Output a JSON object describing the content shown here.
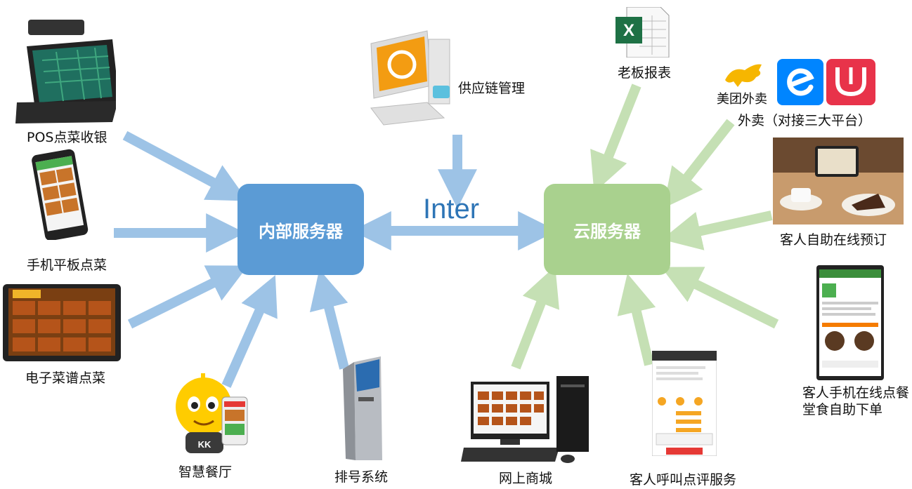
{
  "central": {
    "internal_server": "内部服务器",
    "cloud_server": "云服务器",
    "link_label": "Inter"
  },
  "left_sources": {
    "pos": "POS点菜收银",
    "mobile_tablet": "手机平板点菜",
    "e_menu": "电子菜谱点菜",
    "smart_restaurant": "智慧餐厅",
    "queue_system": "排号系统"
  },
  "top": {
    "supply_chain": "供应链管理",
    "boss_report": "老板报表"
  },
  "right_sources": {
    "takeout_brand": "美团外卖",
    "takeout": "外卖（对接三大平台）",
    "self_reservation": "客人自助在线预订",
    "mobile_order_line1": "客人手机在线点餐",
    "mobile_order_line2": "堂食自助下单",
    "online_mall": "网上商城",
    "call_review": "客人呼叫点评服务"
  },
  "mascot_badge": "KK",
  "icons": [
    "pos-terminal-icon",
    "smartphone-icon",
    "e-menu-tablet-icon",
    "mascot-icon",
    "queue-kiosk-icon",
    "computer-icon",
    "excel-icon",
    "meituan-kangaroo-icon",
    "eleme-icon",
    "baidu-waimai-icon",
    "cafe-tablet-photo",
    "mobile-order-app-icon",
    "desktop-pc-icon",
    "review-app-icon"
  ],
  "colors": {
    "internal_server": "#5b9bd5",
    "cloud_server": "#a9d18e",
    "arrow_blue": "#9dc3e6",
    "arrow_green": "#c5e0b4",
    "link_label": "#2e75b6"
  }
}
